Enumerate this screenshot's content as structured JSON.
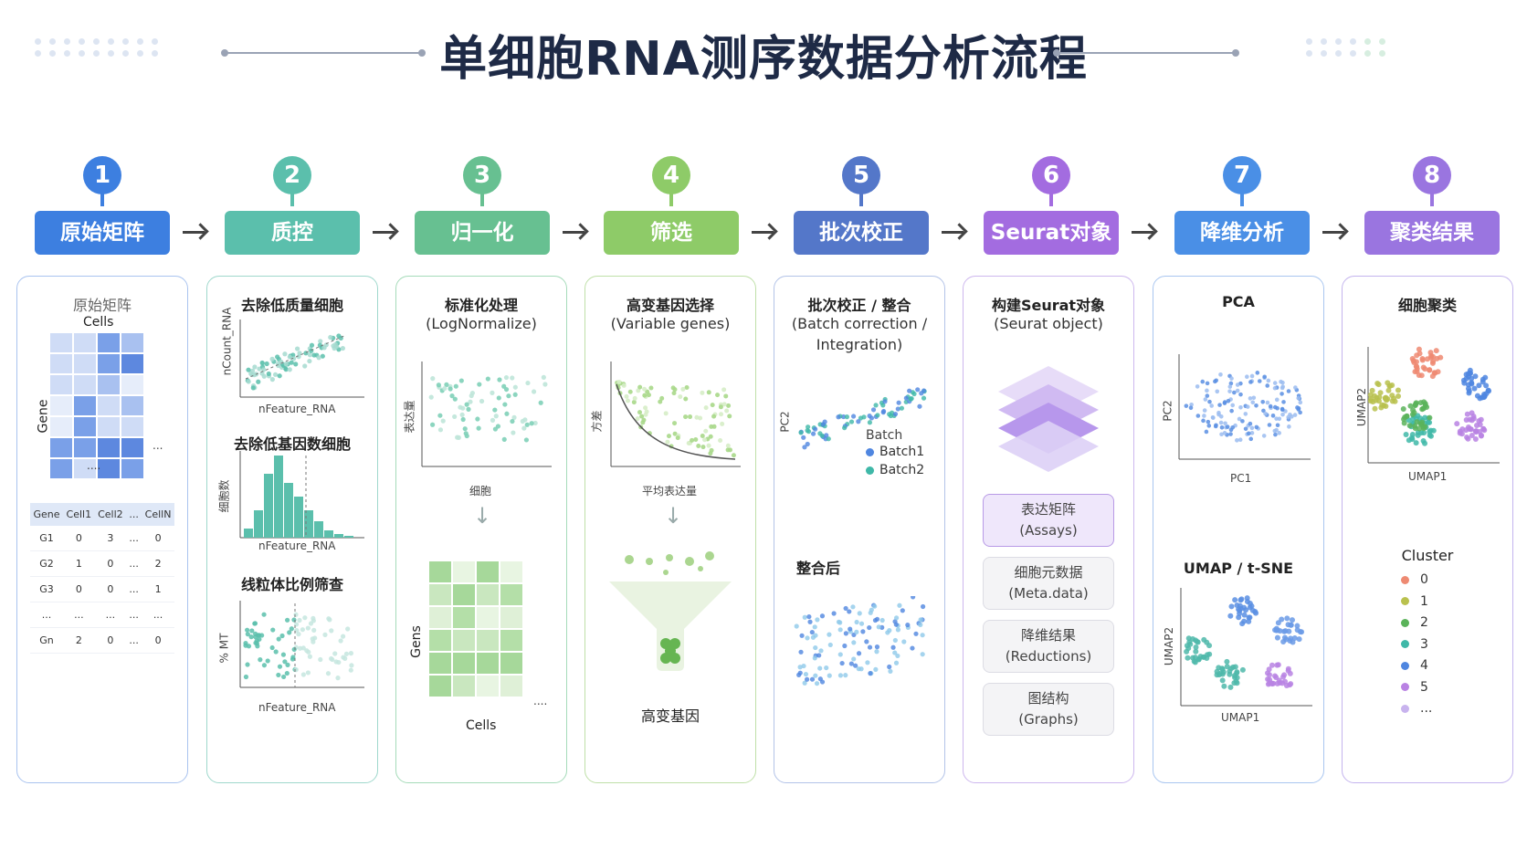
{
  "title": "单细胞RNA测序数据分析流程",
  "colors": {
    "s1": "#3d7fe0",
    "s2": "#5bbfac",
    "s3": "#67c091",
    "s4": "#8ecb68",
    "s5": "#5477c9",
    "s6": "#a36ce0",
    "s7": "#4a8fe6",
    "s8": "#9a75e0"
  },
  "steps": [
    {
      "num": "1",
      "label": "原始矩阵"
    },
    {
      "num": "2",
      "label": "质控"
    },
    {
      "num": "3",
      "label": "归一化"
    },
    {
      "num": "4",
      "label": "筛选"
    },
    {
      "num": "5",
      "label": "批次校正"
    },
    {
      "num": "6",
      "label": "Seurat对象"
    },
    {
      "num": "7",
      "label": "降维分析"
    },
    {
      "num": "8",
      "label": "聚类结果"
    }
  ],
  "panel1": {
    "title": "原始矩阵",
    "cells_label": "Cells",
    "gene_label": "Gene",
    "ellipsis": "...",
    "dots": "....",
    "table": {
      "headers": [
        "Gene",
        "Cell1",
        "Cell2",
        "...",
        "CellN"
      ],
      "rows": [
        [
          "G1",
          "0",
          "3",
          "...",
          "0"
        ],
        [
          "G2",
          "1",
          "0",
          "...",
          "2"
        ],
        [
          "G3",
          "0",
          "0",
          "...",
          "1"
        ],
        [
          "...",
          "...",
          "...",
          "...",
          "..."
        ],
        [
          "Gn",
          "2",
          "0",
          "...",
          "0"
        ]
      ]
    }
  },
  "panel2": {
    "title1": "去除低质量细胞",
    "y1": "nCount_RNA",
    "x1": "nFeature_RNA",
    "title2": "去除低基因数细胞",
    "y2": "细胞数",
    "x2": "nFeature_RNA",
    "title3": "线粒体比例筛查",
    "y3": "% MT",
    "x3": "nFeature_RNA"
  },
  "panel3": {
    "title_a": "标准化处理",
    "title_b": "(LogNormalize)",
    "y": "表达量",
    "x": "细胞",
    "gens": "Gens",
    "cells": "Cells",
    "ellipsis": "...."
  },
  "panel4": {
    "title_a": "高变基因选择",
    "title_b": "(Variable genes)",
    "y": "方差",
    "x": "平均表达量",
    "result": "高变基因"
  },
  "panel5": {
    "title_a": "批次校正 / 整合",
    "title_b": "(Batch correction /",
    "title_c": "Integration)",
    "y": "PC2",
    "legend_title": "Batch",
    "legend1": "Batch1",
    "legend2": "Batch2",
    "after": "整合后"
  },
  "panel6": {
    "title_a": "构建Seurat对象",
    "title_b": "(Seurat object)",
    "boxes": [
      [
        "表达矩阵",
        "(Assays)"
      ],
      [
        "细胞元数据",
        "(Meta.data)"
      ],
      [
        "降维结果",
        "(Reductions)"
      ],
      [
        "图结构",
        "(Graphs)"
      ]
    ]
  },
  "panel7": {
    "title1": "PCA",
    "y1": "PC2",
    "x1": "PC1",
    "title2": "UMAP / t-SNE",
    "y2": "UMAP2",
    "x2": "UMAP1"
  },
  "panel8": {
    "title": "细胞聚类",
    "y": "UMAP2",
    "x": "UMAP1",
    "legend_title": "Cluster",
    "clusters": [
      {
        "label": "0",
        "color": "#ee8a72"
      },
      {
        "label": "1",
        "color": "#b9c14e"
      },
      {
        "label": "2",
        "color": "#5bb35a"
      },
      {
        "label": "3",
        "color": "#3fb8a8"
      },
      {
        "label": "4",
        "color": "#4f86e0"
      },
      {
        "label": "5",
        "color": "#b982e3"
      },
      {
        "label": "...",
        "color": "#c8b3ee"
      }
    ]
  }
}
